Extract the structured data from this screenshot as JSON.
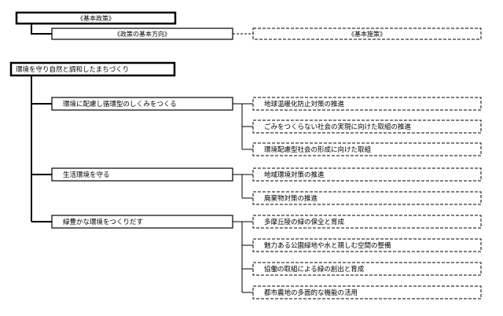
{
  "legend": {
    "basic_policy": "《基本政策》",
    "policy_direction": "《政策の基本方向》",
    "basic_measures": "《基本施策》"
  },
  "policy": {
    "title": "環境を守り自然と調和したまちづくり",
    "directions": [
      {
        "label": "環境に配慮し循環型のしくみをつくる",
        "measures": [
          "地球温暖化防止対策の推進",
          "ごみをつくらない社会の実現に向けた取組の推進",
          "環境配慮型社会の形成に向けた取組"
        ]
      },
      {
        "label": "生活環境を守る",
        "measures": [
          "地域環境対策の推進",
          "廃棄物対策の推進"
        ]
      },
      {
        "label": "緑豊かな環境をつくりだす",
        "measures": [
          "多摩丘陵の緑の保全と育成",
          "魅力ある公園緑地や水と親しむ空間の整備",
          "協働の取組による緑の創出と育成",
          "都市農地の多面的な機能の活用"
        ]
      }
    ]
  }
}
